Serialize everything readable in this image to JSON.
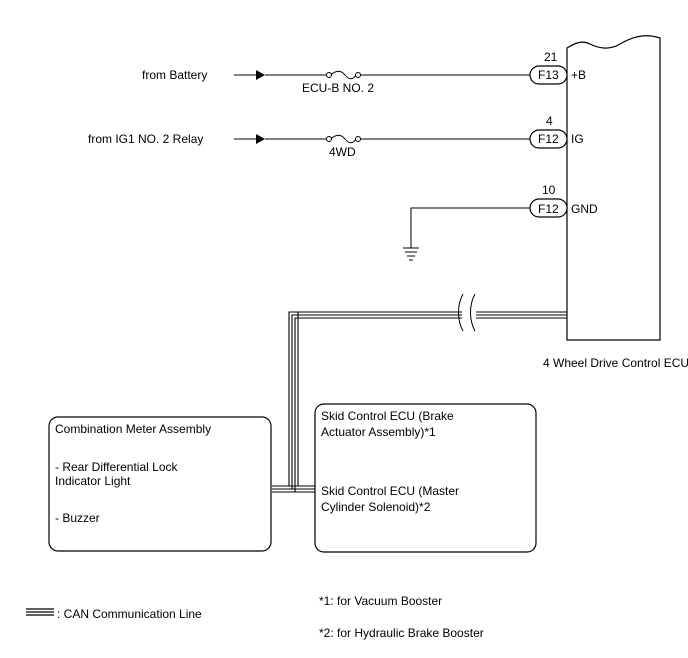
{
  "inputs": {
    "battery": "from Battery",
    "ig1": "from IG1 NO. 2 Relay"
  },
  "fuses": {
    "ecu_b": "ECU-B NO. 2",
    "fwd": "4WD"
  },
  "connectors": {
    "bplus": {
      "pin": "21",
      "code": "F13",
      "terminal": "+B"
    },
    "ig": {
      "pin": "4",
      "code": "F12",
      "terminal": "IG"
    },
    "gnd": {
      "pin": "10",
      "code": "F12",
      "terminal": "GND"
    }
  },
  "ecu_label": "4 Wheel Drive Control ECU",
  "combination_meter": {
    "title": "Combination Meter Assembly",
    "item1_line1": "- Rear Differential Lock",
    "item1_line2": "Indicator Light",
    "item2": "- Buzzer"
  },
  "skid_control": {
    "line1": "Skid Control ECU (Brake",
    "line2": "Actuator Assembly)*1",
    "line3": "Skid Control ECU (Master",
    "line4": "Cylinder Solenoid)*2"
  },
  "legend": {
    "can_line": ": CAN Communication Line"
  },
  "notes": {
    "note1": "*1: for Vacuum Booster",
    "note2": "*2: for Hydraulic Brake Booster"
  }
}
